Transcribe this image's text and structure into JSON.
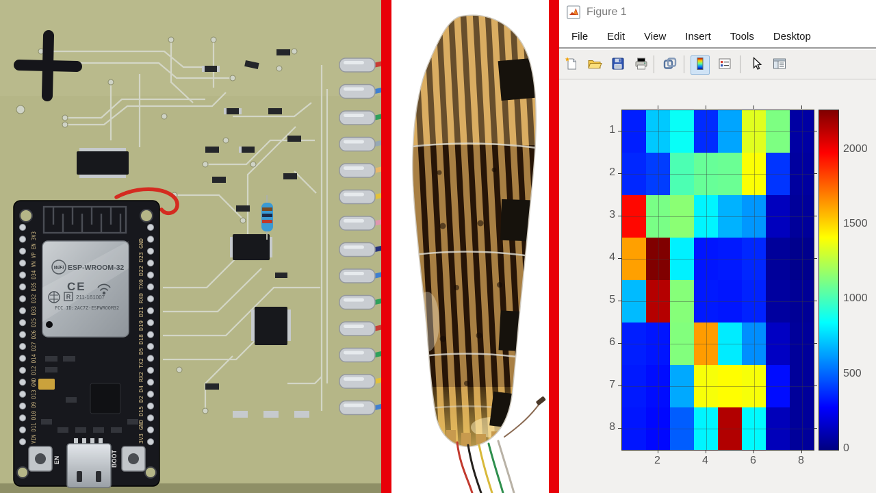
{
  "window": {
    "title": "Figure 1",
    "menu": [
      "File",
      "Edit",
      "View",
      "Insert",
      "Tools",
      "Desktop"
    ],
    "toolbar": [
      {
        "id": "new-figure-icon",
        "active": false
      },
      {
        "id": "open-file-icon",
        "active": false
      },
      {
        "id": "save-figure-icon",
        "active": false
      },
      {
        "id": "print-figure-icon",
        "active": false
      },
      {
        "id": "link-plot-icon",
        "active": false
      },
      {
        "id": "insert-colorbar-icon",
        "active": true
      },
      {
        "id": "insert-legend-icon",
        "active": false
      },
      {
        "id": "edit-plot-cursor-icon",
        "active": false
      },
      {
        "id": "property-inspector-icon",
        "active": false
      }
    ]
  },
  "chart_data": {
    "type": "heatmap",
    "title": "",
    "xlabel": "",
    "ylabel": "",
    "x_tick_labels": [
      "2",
      "4",
      "6",
      "8"
    ],
    "x_tick_cols": [
      2,
      4,
      6,
      8
    ],
    "y_tick_labels": [
      "1",
      "2",
      "3",
      "4",
      "5",
      "6",
      "7",
      "8"
    ],
    "clim": [
      0,
      2270
    ],
    "colormap": "jet",
    "grid": true,
    "colorbar_ticks": [
      0,
      500,
      1000,
      1500,
      2000
    ],
    "colormap_stops": [
      "#000080",
      "#0000ff",
      "#0080ff",
      "#00ffff",
      "#80ff80",
      "#ffff00",
      "#ff8000",
      "#ff0000",
      "#800000"
    ],
    "matrix": [
      [
        350,
        730,
        870,
        380,
        650,
        1350,
        1130,
        80
      ],
      [
        370,
        420,
        1020,
        1080,
        1090,
        1410,
        400,
        70
      ],
      [
        1970,
        1120,
        1160,
        830,
        680,
        620,
        140,
        60
      ],
      [
        1630,
        2270,
        820,
        330,
        340,
        370,
        60,
        30
      ],
      [
        700,
        2150,
        1150,
        340,
        330,
        360,
        70,
        50
      ],
      [
        350,
        330,
        1140,
        1640,
        810,
        600,
        150,
        60
      ],
      [
        340,
        310,
        660,
        1400,
        1420,
        1400,
        310,
        60
      ],
      [
        330,
        300,
        490,
        830,
        2160,
        840,
        130,
        60
      ]
    ]
  },
  "panels": {
    "pcb": {
      "esp_module": {
        "wifi_logo": "WiFi",
        "model": "ESP-WROOM-32",
        "ce_mark": "CE",
        "r_mark": "R",
        "reg_number": "211-161007",
        "fcc_id": "FCC ID:2AC7Z-ESPWROOM32",
        "button_en": "EN",
        "button_boot": "BOOT",
        "left_pins_text": "VIN D11 D10 D9 D13 GND D12 D14 D27 D26 D25 D33 D32 D35 D34 VN VP EN 3V3",
        "right_pins_text": "3V3 GND D15 D2 D4 RX2 TX2 D5 D18 D19 D21 RX0 TX0 D22 D23 GND"
      },
      "wire_colors": [
        "#c83c34",
        "#3f7fd0",
        "#2fa05c",
        "#96a8b4",
        "#e8b76a",
        "#e2c23c",
        "#e096ae",
        "#24307a",
        "#3f7fd0",
        "#2fa05c",
        "#c83c34",
        "#2fa05c",
        "#e2c23c",
        "#3f7fd0"
      ]
    },
    "ui_colors": {
      "divider_red": "#e80008",
      "canvas_gray": "#f2f1ef",
      "axis_line": "#2f2f2f",
      "tick_label": "#555555"
    }
  }
}
